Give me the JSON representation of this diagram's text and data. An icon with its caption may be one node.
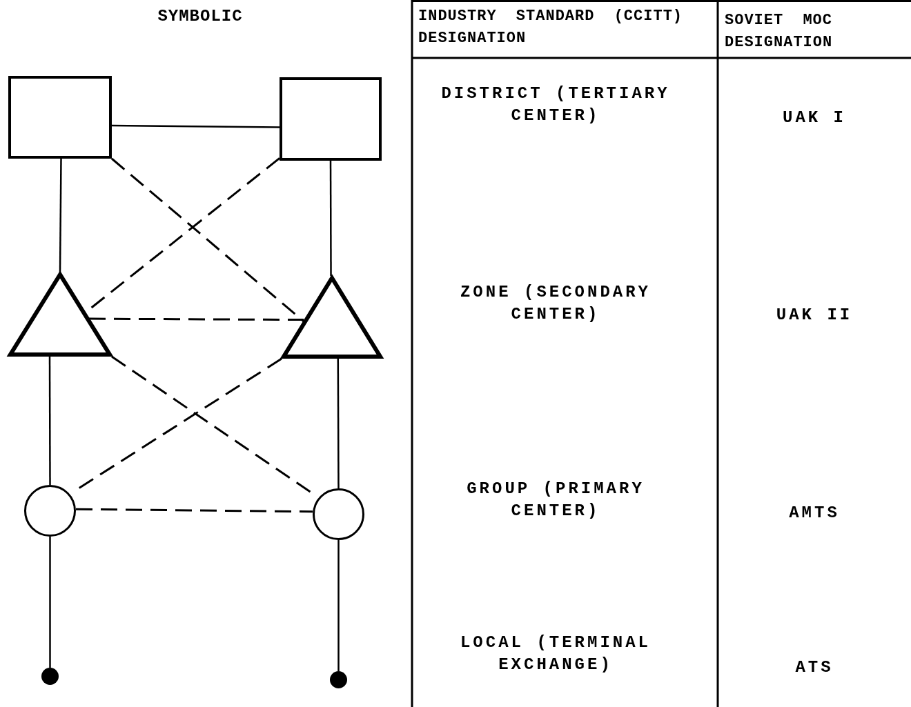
{
  "diagram": {
    "nodes": [
      {
        "text": [],
        "shape": "box"
      },
      {
        "text": [],
        "shape": "box"
      },
      {
        "text": [],
        "shape": "triangle"
      },
      {
        "text": [],
        "shape": "triangle"
      },
      {
        "text": [],
        "shape": "circle"
      },
      {
        "text": [],
        "shape": "circle"
      },
      {
        "text": [],
        "shape": "dot"
      },
      {
        "text": [],
        "shape": "dot"
      }
    ],
    "edges": [
      {
        "from": 0,
        "to": 1,
        "arrow": "none"
      },
      {
        "from": 0,
        "to": 2,
        "arrow": "none"
      },
      {
        "from": 1,
        "to": 3,
        "arrow": "none"
      },
      {
        "from": 0,
        "to": 3,
        "arrow": "none",
        "style": "dashed"
      },
      {
        "from": 1,
        "to": 2,
        "arrow": "none",
        "style": "dashed"
      },
      {
        "from": 2,
        "to": 3,
        "arrow": "none",
        "style": "dashed"
      },
      {
        "from": 2,
        "to": 4,
        "arrow": "none"
      },
      {
        "from": 3,
        "to": 5,
        "arrow": "none"
      },
      {
        "from": 2,
        "to": 5,
        "arrow": "none",
        "style": "dashed"
      },
      {
        "from": 3,
        "to": 4,
        "arrow": "none",
        "style": "dashed"
      },
      {
        "from": 4,
        "to": 5,
        "arrow": "none",
        "style": "dashed"
      },
      {
        "from": 4,
        "to": 6,
        "arrow": "none"
      },
      {
        "from": 5,
        "to": 7,
        "arrow": "none"
      }
    ],
    "labels": [
      "SYMBOLIC",
      "INDUSTRY STANDARD (CCITT) DESIGNATION",
      "SOVIET MOC DESIGNATION",
      "DISTRICT (TERTIARY CENTER)",
      "UAK I",
      "ZONE (SECONDARY CENTER)",
      "UAK II",
      "GROUP (PRIMARY CENTER)",
      "AMTS",
      "LOCAL (TERMINAL EXCHANGE)",
      "ATS"
    ]
  }
}
